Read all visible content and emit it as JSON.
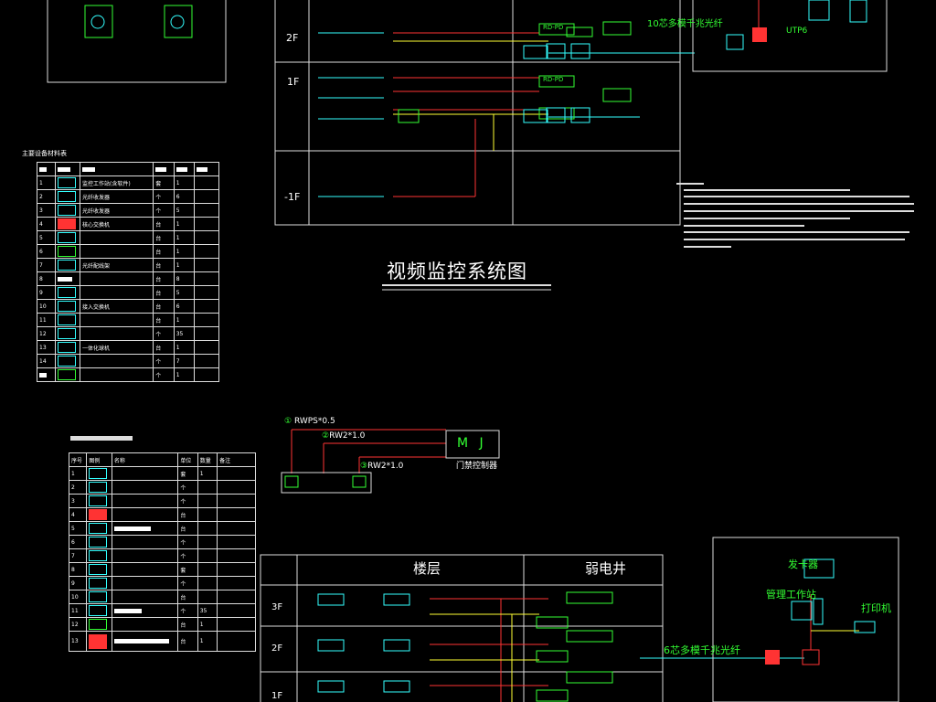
{
  "video_diagram": {
    "title": "视频监控系统图",
    "floors": [
      "2F",
      "1F",
      "-1F"
    ],
    "labels": {
      "uplink": "10芯多模千兆光纤",
      "utp": "UTP6",
      "rd": "RD-PD"
    }
  },
  "equipment_table_1": {
    "title": "主要设备材料表",
    "rows": [
      {
        "no": "1",
        "name": "监控工作站(含软件)",
        "unit": "套",
        "qty": "1"
      },
      {
        "no": "2",
        "name": "光纤收发器",
        "unit": "个",
        "qty": "6"
      },
      {
        "no": "3",
        "name": "光纤收发器",
        "unit": "个",
        "qty": "5"
      },
      {
        "no": "4",
        "name": "核心交换机",
        "unit": "台",
        "qty": "1"
      },
      {
        "no": "5",
        "name": "",
        "unit": "台",
        "qty": "1"
      },
      {
        "no": "6",
        "name": "",
        "unit": "台",
        "qty": "1"
      },
      {
        "no": "7",
        "name": "光纤配线架",
        "unit": "台",
        "qty": "1"
      },
      {
        "no": "8",
        "name": "",
        "unit": "台",
        "qty": "8"
      },
      {
        "no": "9",
        "name": "",
        "unit": "台",
        "qty": "5"
      },
      {
        "no": "10",
        "name": "接入交换机",
        "unit": "台",
        "qty": "6"
      },
      {
        "no": "11",
        "name": "",
        "unit": "台",
        "qty": "1"
      },
      {
        "no": "12",
        "name": "",
        "unit": "个",
        "qty": "35"
      },
      {
        "no": "13",
        "name": "一体化球机",
        "unit": "台",
        "qty": "1"
      },
      {
        "no": "14",
        "name": "",
        "unit": "个",
        "qty": "7"
      },
      {
        "no": "",
        "name": "",
        "unit": "个",
        "qty": "1"
      }
    ]
  },
  "access_panel": {
    "cable_power": "RWPS*0.5",
    "cable_a": "RW2*1.0",
    "cable_b": "RW2*1.0",
    "controller_code": "M J",
    "controller_label": "门禁控制器"
  },
  "equipment_table_2": {
    "headers": [
      "序号",
      "图例",
      "名称",
      "单位",
      "数量",
      "备注"
    ],
    "rows": [
      {
        "no": "1",
        "name": "",
        "unit": "套",
        "qty": "1",
        "note": ""
      },
      {
        "no": "2",
        "name": "",
        "unit": "个",
        "qty": "",
        "note": ""
      },
      {
        "no": "3",
        "name": "",
        "unit": "个",
        "qty": "",
        "note": ""
      },
      {
        "no": "4",
        "name": "",
        "unit": "台",
        "qty": "",
        "note": ""
      },
      {
        "no": "5",
        "name": "",
        "unit": "台",
        "qty": "",
        "note": ""
      },
      {
        "no": "6",
        "name": "",
        "unit": "个",
        "qty": "",
        "note": ""
      },
      {
        "no": "7",
        "name": "",
        "unit": "个",
        "qty": "",
        "note": ""
      },
      {
        "no": "8",
        "name": "",
        "unit": "套",
        "qty": "",
        "note": ""
      },
      {
        "no": "9",
        "name": "",
        "unit": "个",
        "qty": "",
        "note": ""
      },
      {
        "no": "10",
        "name": "",
        "unit": "台",
        "qty": "",
        "note": ""
      },
      {
        "no": "11",
        "name": "",
        "unit": "个",
        "qty": "35",
        "note": ""
      },
      {
        "no": "12",
        "name": "",
        "unit": "台",
        "qty": "1",
        "note": ""
      },
      {
        "no": "13",
        "name": "",
        "unit": "台",
        "qty": "1",
        "note": ""
      }
    ]
  },
  "access_diagram": {
    "col_floor": "楼层",
    "col_shaft": "弱电井",
    "floors": [
      "3F",
      "2F",
      "1F"
    ],
    "uplink": "6芯多模千兆光纤",
    "card_issuer": "发卡器",
    "workstation": "管理工作站",
    "printer": "打印机"
  }
}
